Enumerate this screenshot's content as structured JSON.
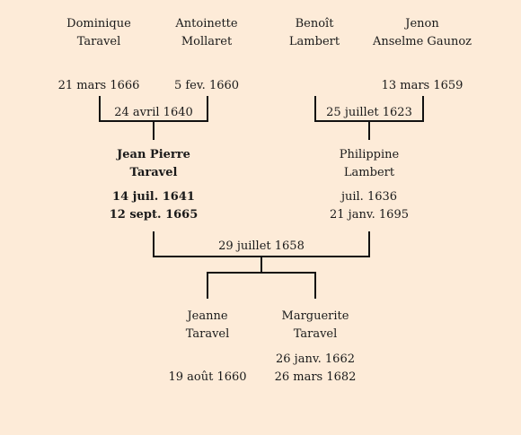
{
  "grandparents": [
    {
      "first": "Dominique",
      "last": "Taravel",
      "date": "21 mars 1666"
    },
    {
      "first": "Antoinette",
      "last": "Mollaret",
      "date": "5 fev. 1660"
    },
    {
      "first": "Benoît",
      "last": "Lambert",
      "date": ""
    },
    {
      "first": "Jenon",
      "last": "Anselme Gaunoz",
      "date": "13 mars 1659"
    }
  ],
  "marriages": {
    "left": "24 avril 1640",
    "right": "25 juillet 1623",
    "parents": "29 juillet 1658"
  },
  "father": {
    "first": "Jean Pierre",
    "last": "Taravel",
    "birth": "14 juil. 1641",
    "death": "12 sept. 1665"
  },
  "mother": {
    "first": "Philippine",
    "last": "Lambert",
    "birth": "juil. 1636",
    "death": "21 janv. 1695"
  },
  "children": [
    {
      "first": "Jeanne",
      "last": "Taravel",
      "birth": "",
      "death": "19 août 1660"
    },
    {
      "first": "Marguerite",
      "last": "Taravel",
      "birth": "26 janv. 1662",
      "death": "26 mars 1682"
    }
  ]
}
